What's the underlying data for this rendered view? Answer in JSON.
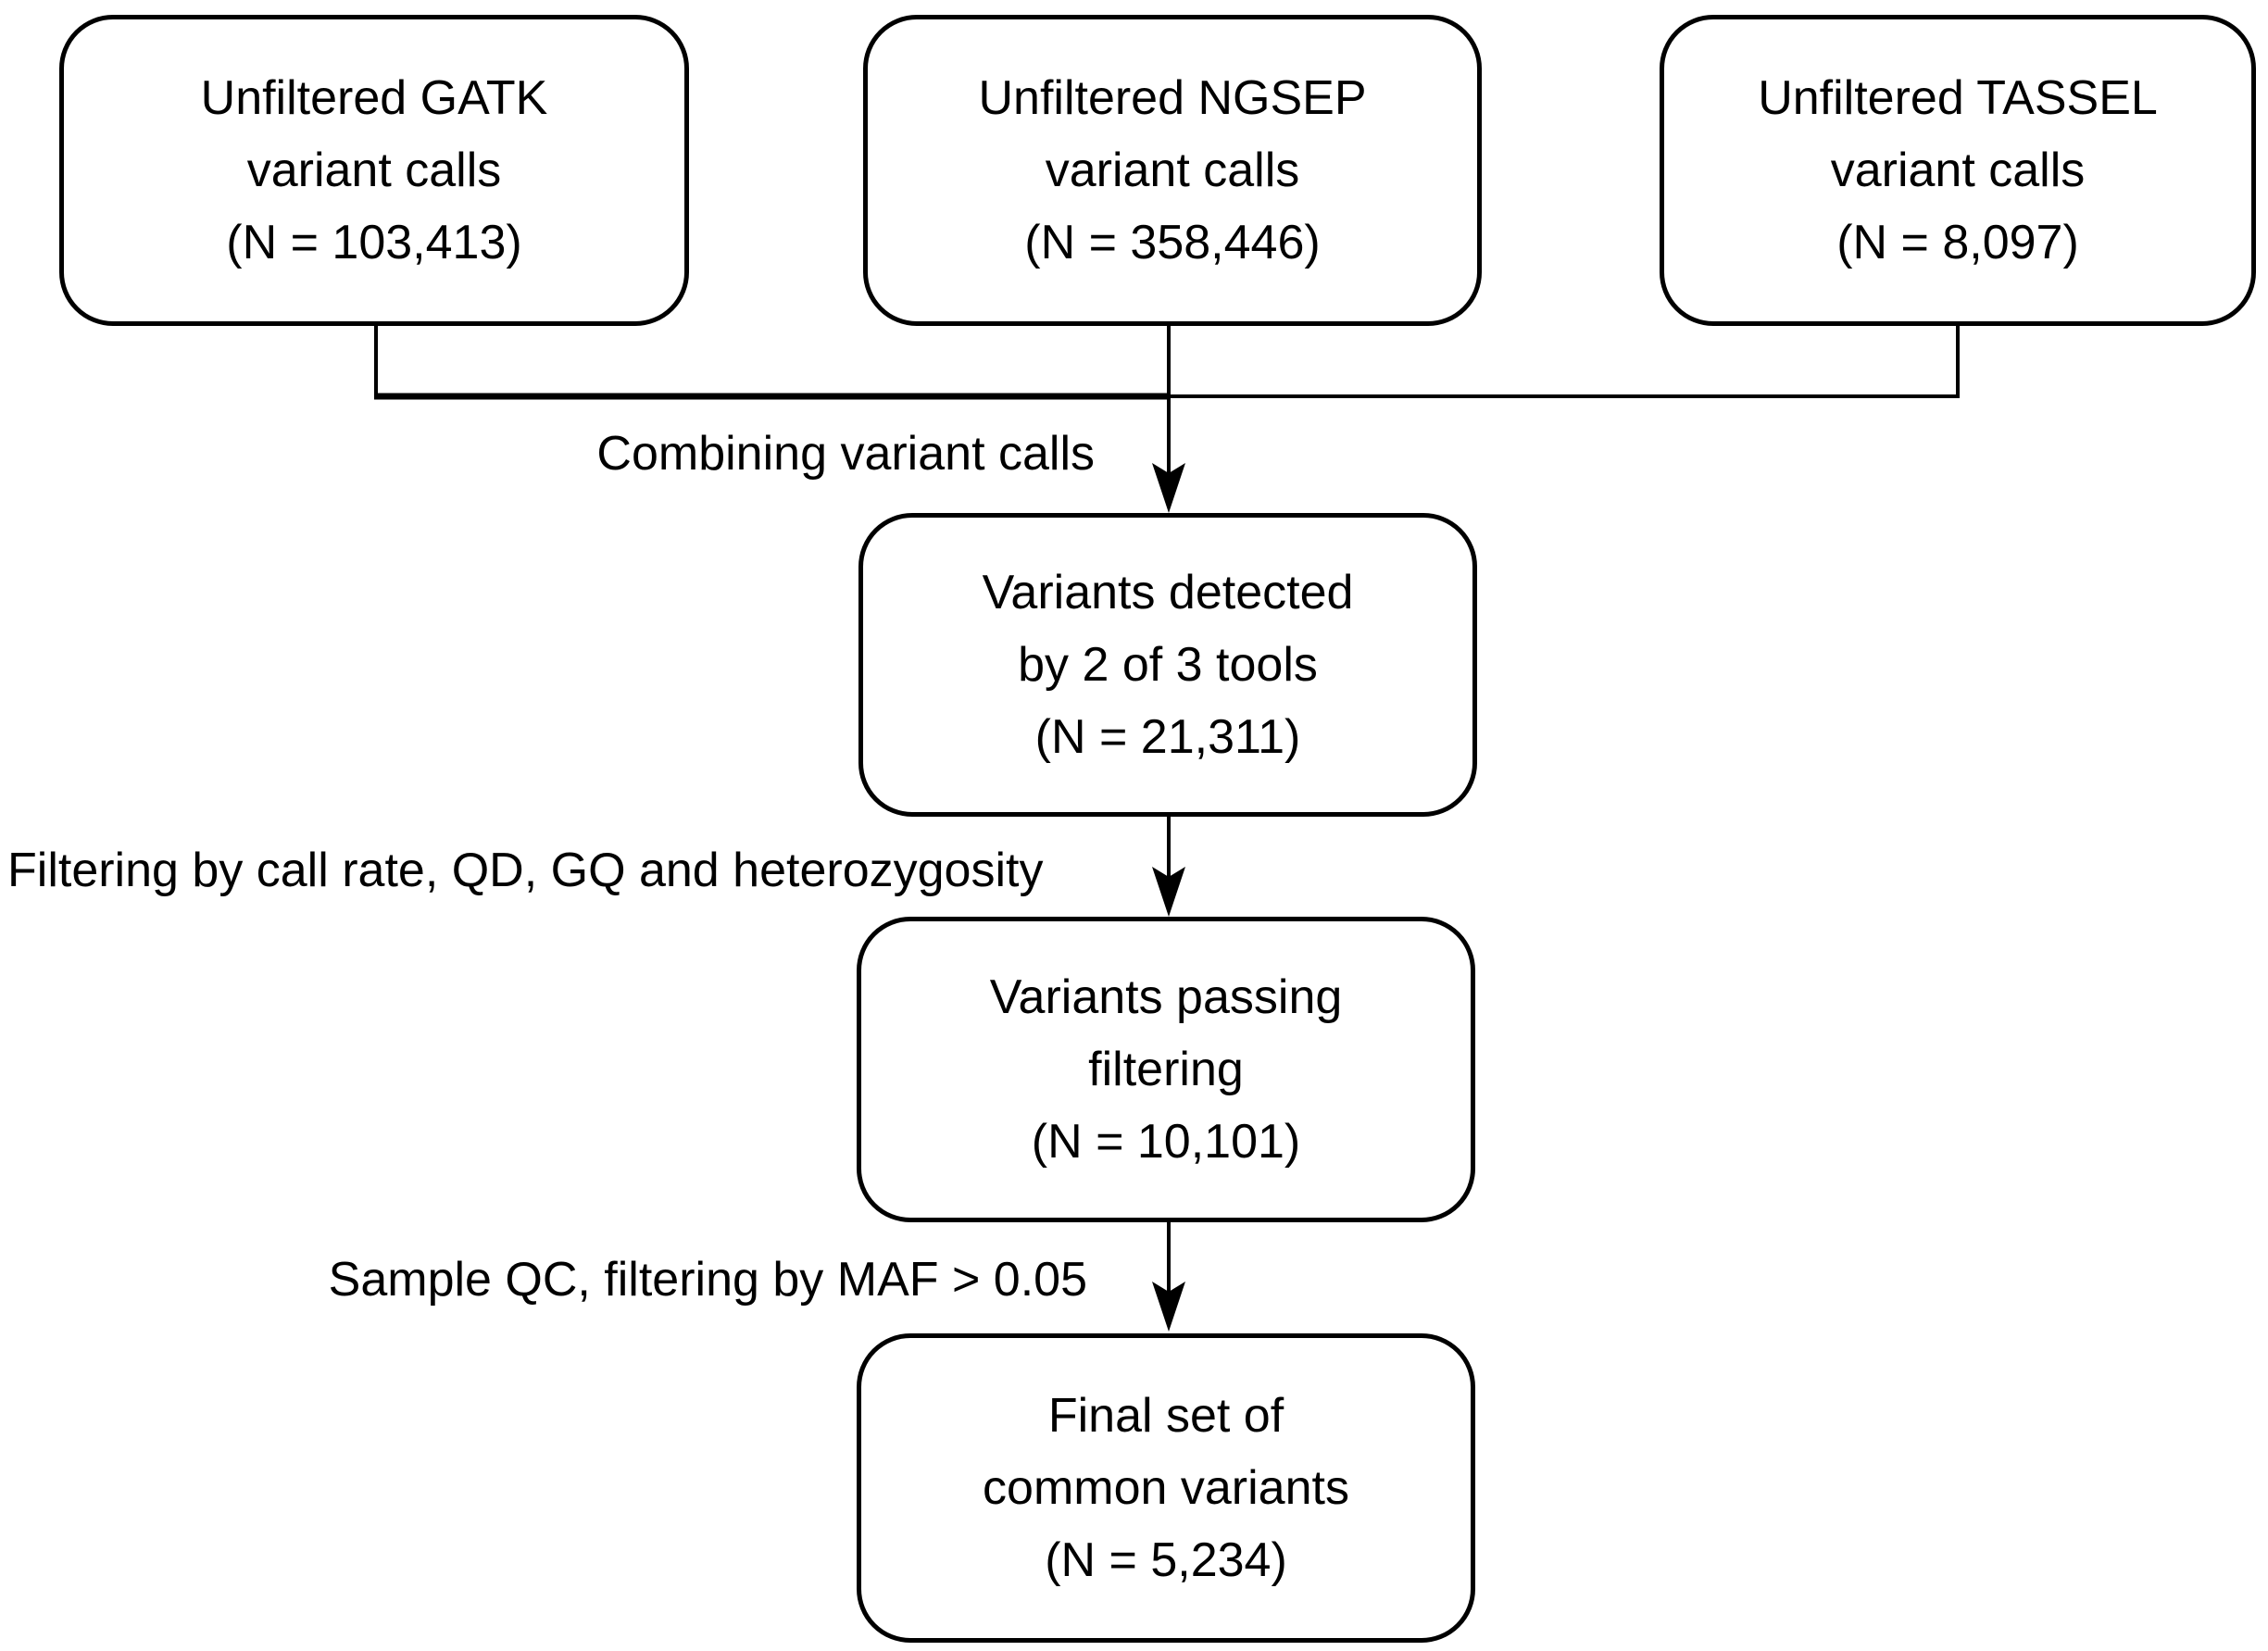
{
  "figure": {
    "type": "flowchart",
    "colors": {
      "stroke": "#000000",
      "text": "#000000",
      "background": "#ffffff"
    }
  },
  "boxes": [
    {
      "name": "unfiltered-gatk",
      "lines": [
        "Unfiltered GATK",
        "variant calls",
        "(N = 103,413)"
      ]
    },
    {
      "name": "unfiltered-ngsep",
      "lines": [
        "Unfiltered NGSEP",
        "variant calls",
        "(N = 358,446)"
      ]
    },
    {
      "name": "unfiltered-tassel",
      "lines": [
        "Unfiltered TASSEL",
        "variant calls",
        "(N = 8,097)"
      ]
    },
    {
      "name": "variants-detected",
      "lines": [
        "Variants detected",
        "by 2 of 3 tools",
        "(N = 21,311)"
      ]
    },
    {
      "name": "variants-passing",
      "lines": [
        "Variants passing",
        "filtering",
        "(N = 10,101)"
      ]
    },
    {
      "name": "final-set",
      "lines": [
        "Final set of",
        "common variants",
        "(N = 5,234)"
      ]
    }
  ],
  "edge_labels": [
    {
      "name": "combining",
      "text": "Combining variant calls"
    },
    {
      "name": "filtering",
      "text": "Filtering by call rate, QD, GQ and heterozygosity"
    },
    {
      "name": "sample-qc",
      "text": "Sample QC, filtering by MAF > 0.05"
    }
  ]
}
